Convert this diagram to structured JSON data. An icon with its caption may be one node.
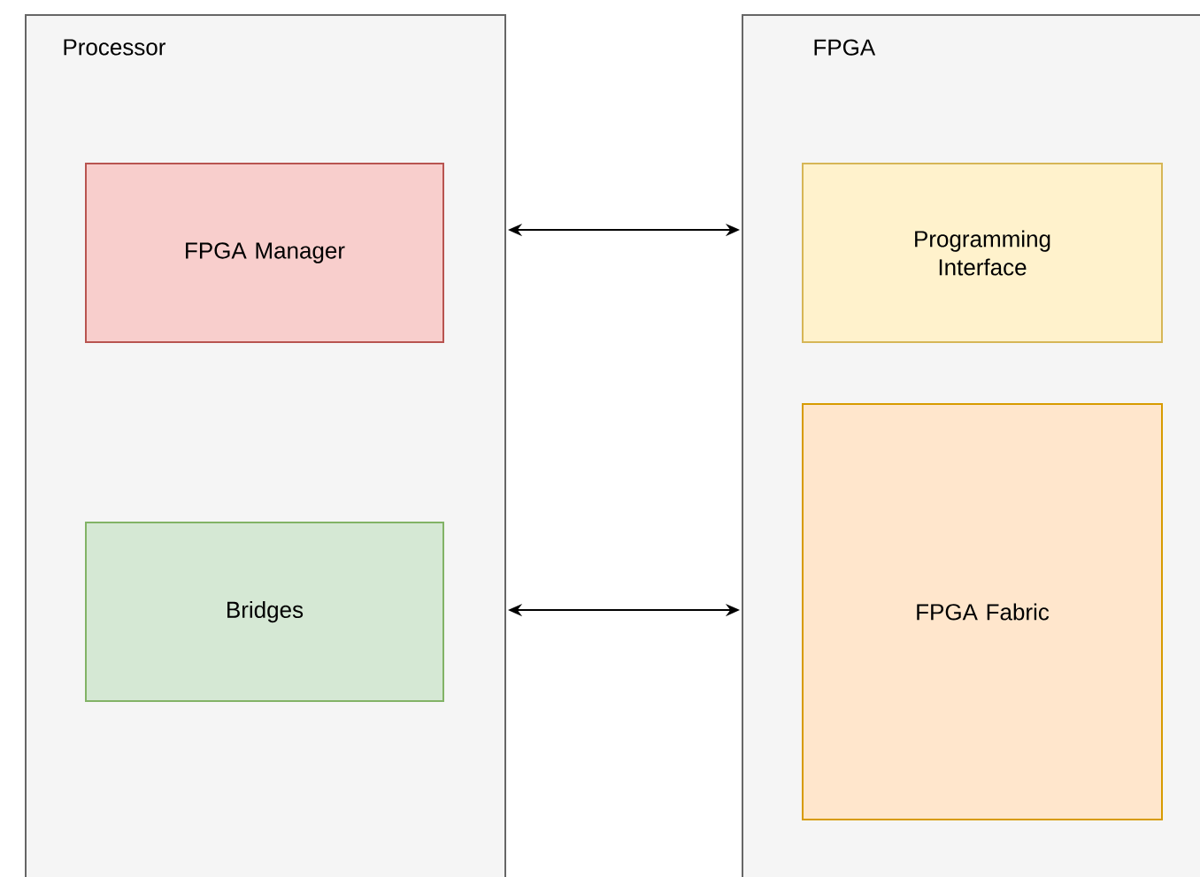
{
  "diagram": {
    "nodes": [
      {
        "text": [
          "Processor"
        ]
      },
      {
        "text": [
          "FPGA Manager"
        ],
        "in": 0
      },
      {
        "text": [
          "Bridges"
        ],
        "in": 0
      },
      {
        "text": [
          "FPGA"
        ]
      },
      {
        "text": [
          "Programming Interface"
        ],
        "in": 3
      },
      {
        "text": [
          "FPGA Fabric"
        ],
        "in": 3
      }
    ],
    "edges": [
      {
        "from": 0,
        "to": 3,
        "arrow": "both"
      },
      {
        "from": 0,
        "to": 3,
        "arrow": "both"
      }
    ]
  }
}
